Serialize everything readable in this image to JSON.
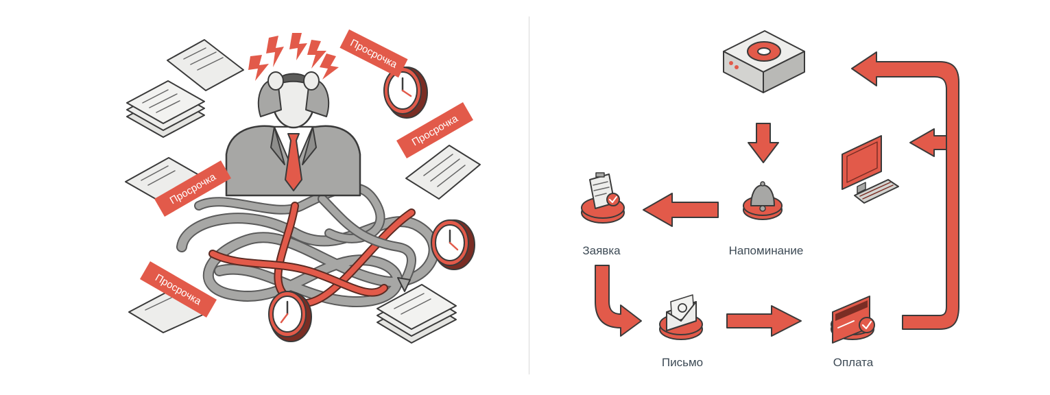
{
  "left_panel": {
    "overdue_tags": [
      "Просрочка",
      "Просрочка",
      "Просрочка",
      "Просрочка"
    ]
  },
  "right_panel": {
    "steps": {
      "request": "Заявка",
      "reminder": "Напоминание",
      "letter": "Письмо",
      "payment": "Оплата"
    }
  },
  "colors": {
    "accent": "#e25a4a",
    "accent_dark": "#7a2d24",
    "grey": "#a7a7a5",
    "grey_dark": "#5d5d5b",
    "paper": "#ededeb"
  }
}
